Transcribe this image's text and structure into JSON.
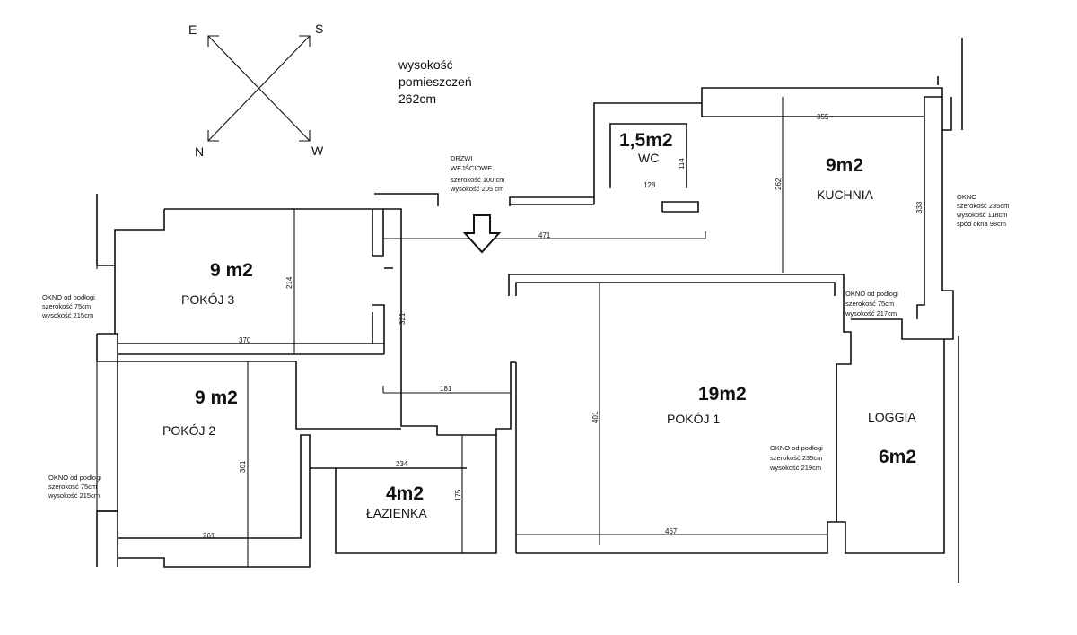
{
  "compass": {
    "e": "E",
    "s": "S",
    "n": "N",
    "w": "W"
  },
  "ceiling_height": {
    "line1": "wysokość",
    "line2": "pomieszczeń",
    "line3": "262cm"
  },
  "entrance_door": {
    "line1": "DRZWI",
    "line2": "WEJŚCIOWE",
    "line3": "szerokość 100 cm",
    "line4": "wysokość 205 cm"
  },
  "rooms": {
    "wc": {
      "area": "1,5m2",
      "name": "WC",
      "dim_width": "128",
      "dim_depth": "114"
    },
    "kitchen": {
      "area": "9m2",
      "name": "KUCHNIA",
      "dim_width": "355",
      "dim_depth_left": "262",
      "dim_depth_right": "333"
    },
    "room3": {
      "area": "9 m2",
      "name": "POKÓJ 3",
      "dim_width": "370",
      "dim_depth": "214"
    },
    "room2": {
      "area": "9 m2",
      "name": "POKÓJ 2",
      "dim_width": "261",
      "dim_depth": "301"
    },
    "bathroom": {
      "area": "4m2",
      "name": "ŁAZIENKA",
      "dim_width": "234",
      "dim_depth": "175"
    },
    "room1": {
      "area": "19m2",
      "name": "POKÓJ 1",
      "dim_width": "467",
      "dim_depth": "401"
    },
    "loggia": {
      "area": "6m2",
      "name": "LOGGIA"
    }
  },
  "hall": {
    "dim_top": "471",
    "dim_left": "321",
    "dim_mid": "181"
  },
  "windows": {
    "kitchen": {
      "line1": "OKNO",
      "line2": "szerokość 235cm",
      "line3": "wysokość 118cm",
      "line4": "spód okna 98cm"
    },
    "room3": {
      "line1": "OKNO od podłogi",
      "line2": "szerokość 75cm",
      "line3": "wysokość 215cm"
    },
    "room2": {
      "line1": "OKNO od podłogi",
      "line2": "szerokość 75cm",
      "line3": "wysokość 215cm"
    },
    "kitchen_door": {
      "line1": "OKNO od podłogi",
      "line2": "szerokość 75cm",
      "line3": "wysokość 217cm"
    },
    "room1": {
      "line1": "OKNO od podłogi",
      "line2": "szerokość 235cm",
      "line3": "wysokość 219cm"
    }
  }
}
